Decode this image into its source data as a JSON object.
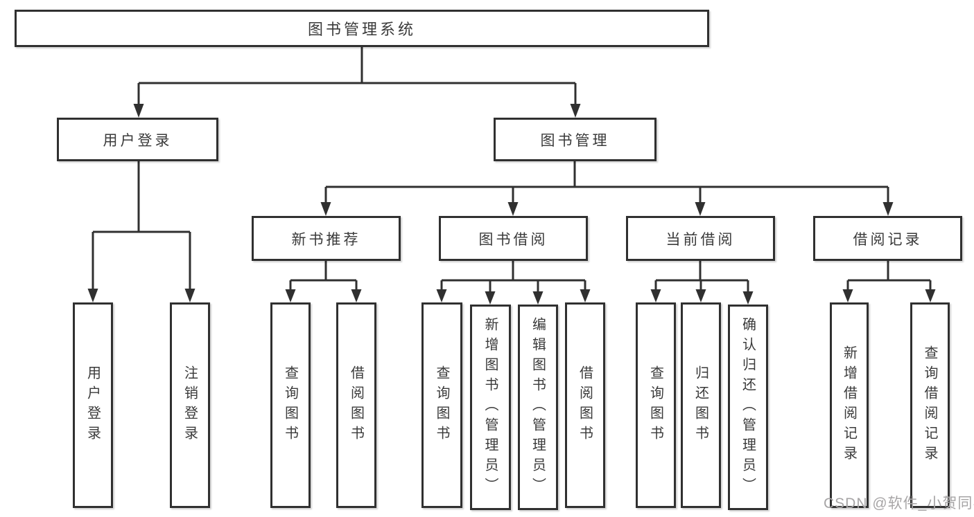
{
  "tree": {
    "root": {
      "label": "图书管理系统",
      "children": [
        {
          "label": "用户登录",
          "children": [
            {
              "label": "用户登录"
            },
            {
              "label": "注销登录"
            }
          ]
        },
        {
          "label": "图书管理",
          "children": [
            {
              "label": "新书推荐",
              "children": [
                {
                  "label": "查询图书"
                },
                {
                  "label": "借阅图书"
                }
              ]
            },
            {
              "label": "图书借阅",
              "children": [
                {
                  "label": "查询图书"
                },
                {
                  "label": "新增图书（管理员）"
                },
                {
                  "label": "编辑图书（管理员）"
                },
                {
                  "label": "借阅图书"
                }
              ]
            },
            {
              "label": "当前借阅",
              "children": [
                {
                  "label": "查询图书"
                },
                {
                  "label": "归还图书"
                },
                {
                  "label": "确认归还（管理员）"
                }
              ]
            },
            {
              "label": "借阅记录",
              "children": [
                {
                  "label": "新增借阅记录"
                },
                {
                  "label": "查询借阅记录"
                }
              ]
            }
          ]
        }
      ]
    }
  },
  "watermark": {
    "text": "CSDN @软件_小贺同学"
  },
  "colors": {
    "line": "#303030",
    "box_border": "#303030",
    "text": "#3a3a3a",
    "watermark": "#a7a5a6",
    "background": "#ffffff"
  }
}
